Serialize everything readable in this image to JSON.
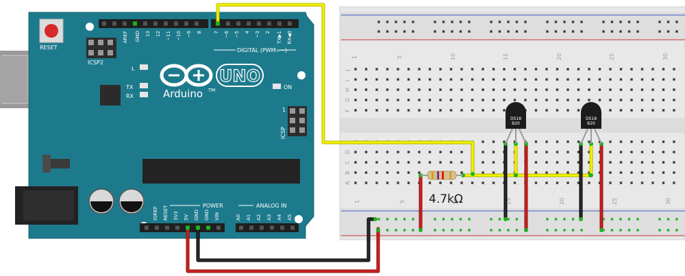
{
  "board": {
    "reset_label": "RESET",
    "icsp2_label": "ICSP2",
    "icsp_label": "ICSP",
    "icsp_pin1": "1",
    "model_label": "UNO",
    "brand_label": "Arduino",
    "trademark": "TM",
    "led_l": "L",
    "led_tx": "TX",
    "led_rx": "RX",
    "led_on": "ON",
    "digital_header_label": "DIGITAL (PWM=~)",
    "digital_pins": [
      "AREF",
      "GND",
      "13",
      "12",
      "~11",
      "~10",
      "~9",
      "8",
      "7",
      "~6",
      "~5",
      "4",
      "~3",
      "2",
      "TX▶1",
      "RX◀0"
    ],
    "power_label": "POWER",
    "power_pins": [
      "IOREF",
      "RESET",
      "3V3",
      "5V",
      "GND",
      "GND",
      "VIN"
    ],
    "analog_label": "ANALOG IN",
    "analog_pins": [
      "A0",
      "A1",
      "A2",
      "A3",
      "A4",
      "A5"
    ]
  },
  "breadboard": {
    "row_letters_top": [
      "J",
      "I",
      "H",
      "G",
      "F"
    ],
    "row_letters_bottom": [
      "E",
      "D",
      "C",
      "B",
      "A"
    ],
    "column_numbers": [
      "1",
      "5",
      "10",
      "15",
      "20",
      "25",
      "30"
    ]
  },
  "sensors": [
    {
      "line1": "DS18",
      "line2": "B20"
    },
    {
      "line1": "DS18",
      "line2": "B20"
    }
  ],
  "resistor": {
    "label": "4.7kΩ"
  },
  "colors": {
    "board": "#1d7a8c",
    "wire_yellow": "#f2f200",
    "wire_red": "#cc1f1f",
    "wire_black": "#1a1a1a",
    "breadboard": "#e9e9e9",
    "rail_red": "#d23c3c",
    "rail_blue": "#3c5ac8"
  }
}
